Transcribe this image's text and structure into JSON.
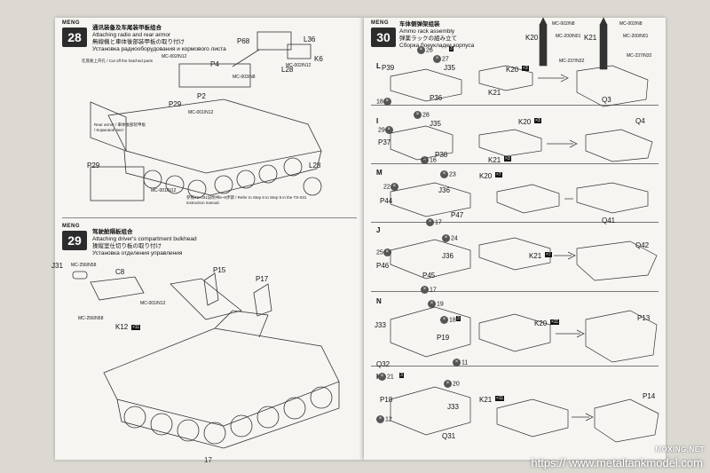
{
  "left_page": {
    "step28": {
      "brand": "MENG",
      "number": "28",
      "title_zh": "通讯装备及车尾装甲板组合",
      "title_en": "Attaching radio and rear armor",
      "title_ja": "無線機と車体後部装甲板の取り付け",
      "title_ru": "Установка радиооборудования и кормового листа",
      "notes": "在底板上开孔 / Cut off the hatched parts",
      "note2": "参照TS-031说明书6~9步骤 / Refer to Step 6 to Step 9 in the TS-031 instruction manual.",
      "rear_armor_label": "Rear armor / 車体後部装甲板 / Кормовой лист",
      "parts": [
        "P68",
        "L36",
        "K6",
        "L28",
        "P4",
        "P2",
        "P29",
        "P29",
        "L28"
      ],
      "codes": [
        "MC-002/N12",
        "MC-003/N8",
        "MC-001/N12",
        "MC-001/N12",
        "MC-002/N12"
      ],
      "badges": [
        "2",
        "1",
        "2"
      ]
    },
    "step29": {
      "brand": "MENG",
      "number": "29",
      "title_zh": "驾驶舱隔板组合",
      "title_en": "Attaching driver's compartment bulkhead",
      "title_ja": "操縦室仕切り板の取り付け",
      "title_ru": "Установка отделения управления",
      "parts": [
        "J31",
        "C8",
        "P15",
        "P17",
        "K12"
      ],
      "codes": [
        "MC-256/N58",
        "MC-001/N12",
        "MC-256/N58"
      ],
      "badges": [
        "×11"
      ]
    },
    "page_number": "17"
  },
  "right_page": {
    "step30": {
      "brand": "MENG",
      "number": "30",
      "title_zh": "车体侧弹架组装",
      "title_en": "Ammo rack assembly",
      "title_ja": "弾薬ラックの組み立て",
      "title_ru": "Сборка боеукладки корпуса",
      "top_parts": [
        "K20",
        "K21"
      ],
      "top_codes": [
        "MC-002/N8",
        "MC-200/N01",
        "MC-237/N32",
        "MC-002/N8",
        "MC-200/N01",
        "MC-237/N32"
      ]
    },
    "rows": [
      {
        "letter": "L",
        "parts": [
          "P39",
          "J35",
          "P36",
          "K20",
          "K21",
          "Q3"
        ],
        "xparts": [
          "26",
          "27",
          "18"
        ],
        "badges": [
          "3",
          "×3"
        ]
      },
      {
        "letter": "I",
        "parts": [
          "J35",
          "P37",
          "P38",
          "K20",
          "K21",
          "Q4"
        ],
        "xparts": [
          "28",
          "29",
          "16"
        ],
        "badges": [
          "×3",
          "×3"
        ]
      },
      {
        "letter": "M",
        "parts": [
          "P44",
          "J36",
          "P47",
          "K20",
          "Q41"
        ],
        "xparts": [
          "22",
          "23",
          "17"
        ],
        "badges": [
          "×7"
        ]
      },
      {
        "letter": "J",
        "parts": [
          "P46",
          "J36",
          "P45",
          "K21",
          "Q42"
        ],
        "xparts": [
          "25",
          "24",
          "17"
        ],
        "badges": [
          "×7"
        ]
      },
      {
        "letter": "N",
        "parts": [
          "J33",
          "P19",
          "K20",
          "P13",
          "Q32"
        ],
        "xparts": [
          "19",
          "18",
          "11"
        ],
        "badges": [
          "3",
          "×11"
        ]
      },
      {
        "letter": "K",
        "parts": [
          "P18",
          "J33",
          "K21",
          "P14",
          "Q31"
        ],
        "xparts": [
          "21",
          "20",
          "12"
        ],
        "badges": [
          "3",
          "×11"
        ]
      }
    ]
  },
  "watermark": {
    "site": "MOXING.NET",
    "url": "https:// www.metaltankmodel.com"
  },
  "colors": {
    "background": "#dcd8d2",
    "paper": "#f6f5f2",
    "badge": "#2c2c2c"
  }
}
